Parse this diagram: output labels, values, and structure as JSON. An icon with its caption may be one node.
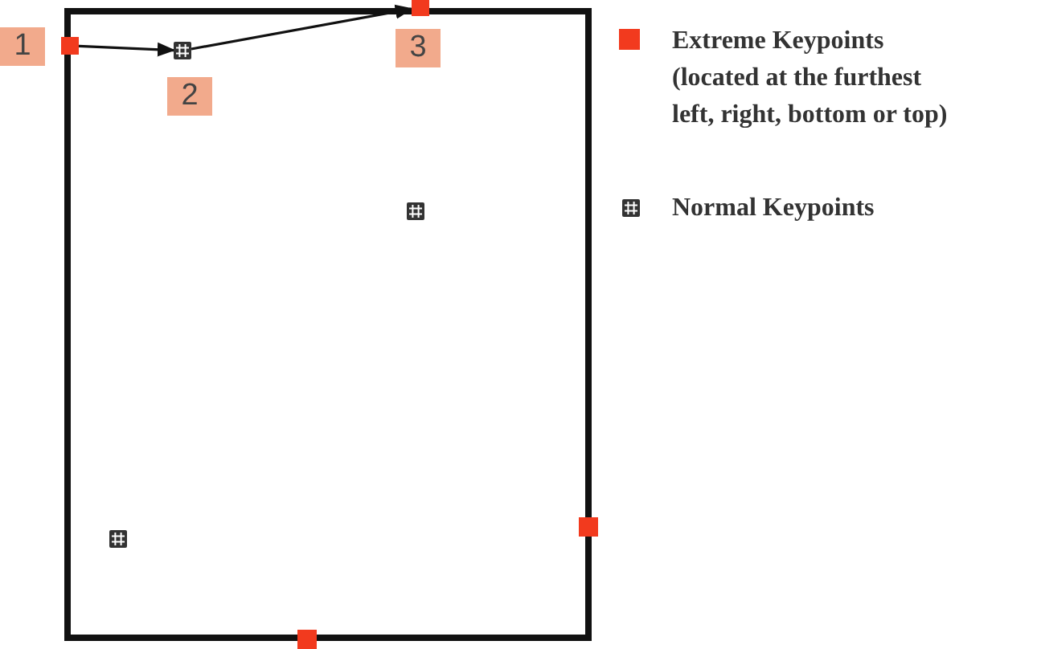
{
  "diagram": {
    "nodes": [
      {
        "text": [],
        "shape": "box"
      },
      {
        "text": [],
        "shape": "box",
        "beside": [
          "1"
        ]
      },
      {
        "text": [],
        "shape": "box",
        "beside": [
          "2"
        ],
        "in": 0
      },
      {
        "text": [],
        "shape": "box",
        "beside": [
          "3"
        ]
      },
      {
        "text": [],
        "shape": "box",
        "in": 0
      },
      {
        "text": [],
        "shape": "box",
        "in": 0
      },
      {
        "text": [],
        "shape": "box"
      },
      {
        "text": [],
        "shape": "box"
      }
    ],
    "edges": [
      {
        "from": 1,
        "to": 2,
        "arrow": "to"
      },
      {
        "from": 2,
        "to": 3,
        "arrow": "to"
      }
    ],
    "legend": [
      {
        "text": "Extreme Keypoints (located at the furthest left, right, bottom or top)",
        "color": "#f23a1e"
      },
      {
        "text": "Normal Keypoints"
      }
    ]
  }
}
